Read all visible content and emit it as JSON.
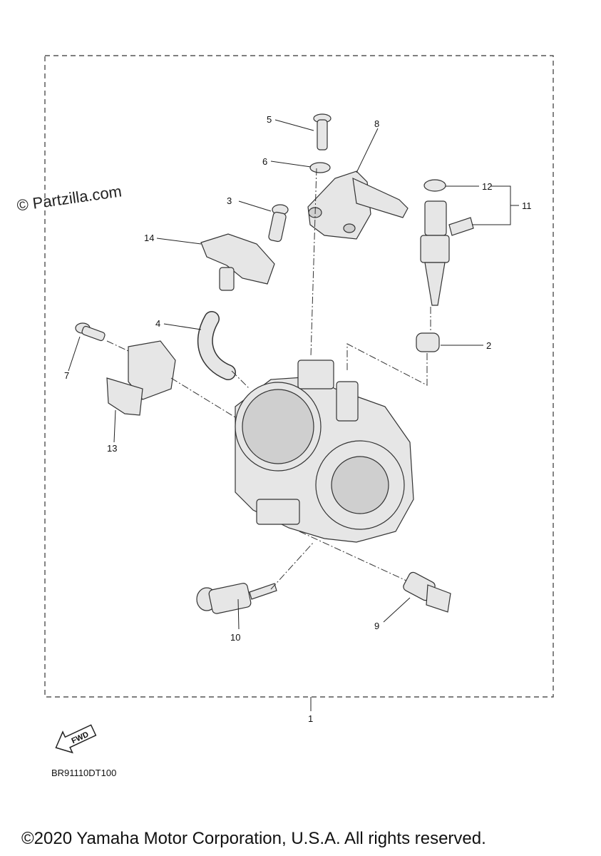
{
  "watermark": "© Partzilla.com",
  "diagram_code": "BR91110DT100",
  "fwd_label": "FWD",
  "copyright": "©2020 Yamaha Motor Corporation, U.S.A. All rights reserved.",
  "callouts": {
    "c1": "1",
    "c2": "2",
    "c3": "3",
    "c4": "4",
    "c5": "5",
    "c6": "6",
    "c7": "7",
    "c8": "8",
    "c9": "9",
    "c10": "10",
    "c11": "11",
    "c12": "12",
    "c13": "13",
    "c14": "14"
  }
}
